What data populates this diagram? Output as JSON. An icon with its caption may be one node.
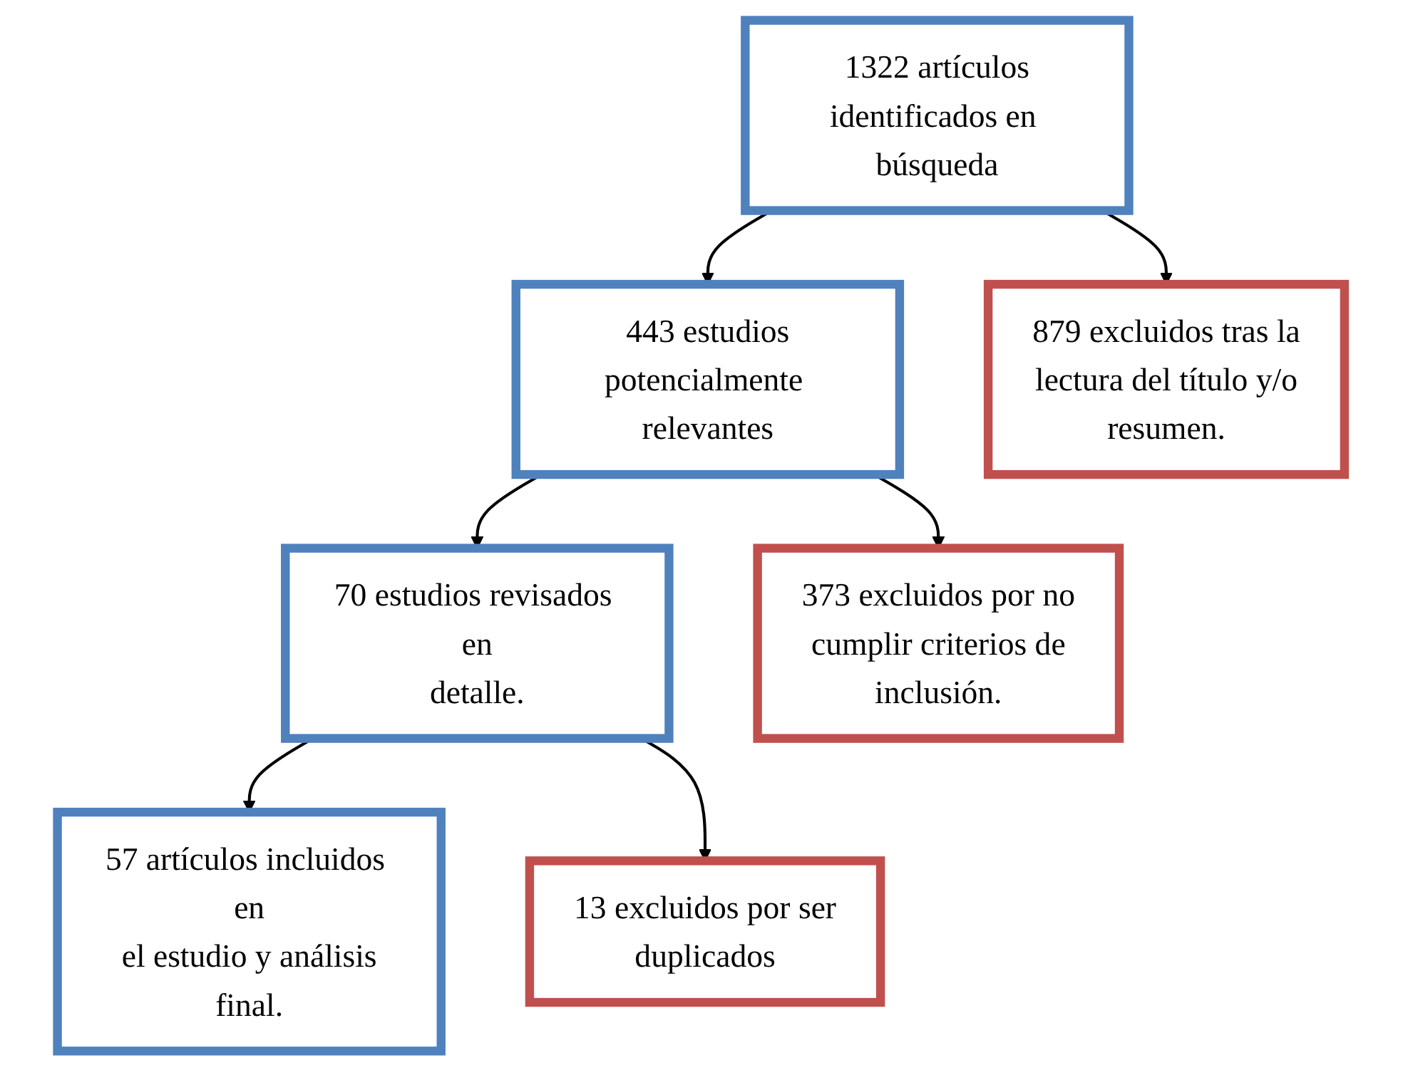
{
  "diagram": {
    "nodes": [
      {
        "text": [
          "1322 artículos identificados en búsqueda"
        ]
      },
      {
        "text": [
          "443 estudios potencialmente relevantes"
        ]
      },
      {
        "text": [
          "70 estudios revisados en detalle."
        ]
      },
      {
        "text": [
          "57 artículos incluidos en el estudio y análisis final."
        ]
      },
      {
        "text": [
          "879 excluidos tras la lectura del título y/o resumen."
        ]
      },
      {
        "text": [
          "373 excluidos por no cumplir criterios de inclusión."
        ]
      },
      {
        "text": [
          "13 excluidos por ser duplicados"
        ]
      }
    ],
    "edges": [
      {
        "from": 0,
        "to": 1,
        "arrow": "to"
      },
      {
        "from": 0,
        "to": 4,
        "arrow": "to"
      },
      {
        "from": 1,
        "to": 2,
        "arrow": "to"
      },
      {
        "from": 1,
        "to": 5,
        "arrow": "to"
      },
      {
        "from": 2,
        "to": 3,
        "arrow": "to"
      },
      {
        "from": 2,
        "to": 6,
        "arrow": "to"
      }
    ]
  }
}
